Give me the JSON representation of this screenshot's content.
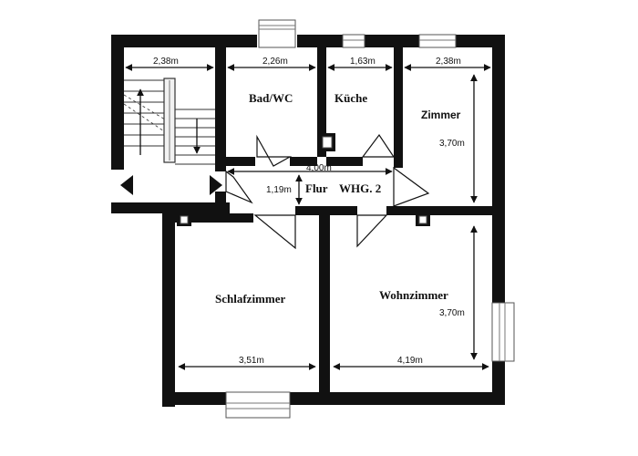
{
  "rooms": {
    "bad": "Bad/WC",
    "kueche": "Küche",
    "zimmer": "Zimmer",
    "flur": "Flur",
    "whg": "WHG. 2",
    "schlaf": "Schlafzimmer",
    "wohn": "Wohnzimmer"
  },
  "dimensions": {
    "stair_width": "2,38m",
    "bad_width": "2,26m",
    "kueche_width": "1,63m",
    "zimmer_width": "2,38m",
    "zimmer_depth": "3,70m",
    "flur_length": "4,00m",
    "flur_width": "1,19m",
    "schlaf_width": "3,51m",
    "wohn_width": "4,19m",
    "wohn_depth": "3,70m"
  }
}
